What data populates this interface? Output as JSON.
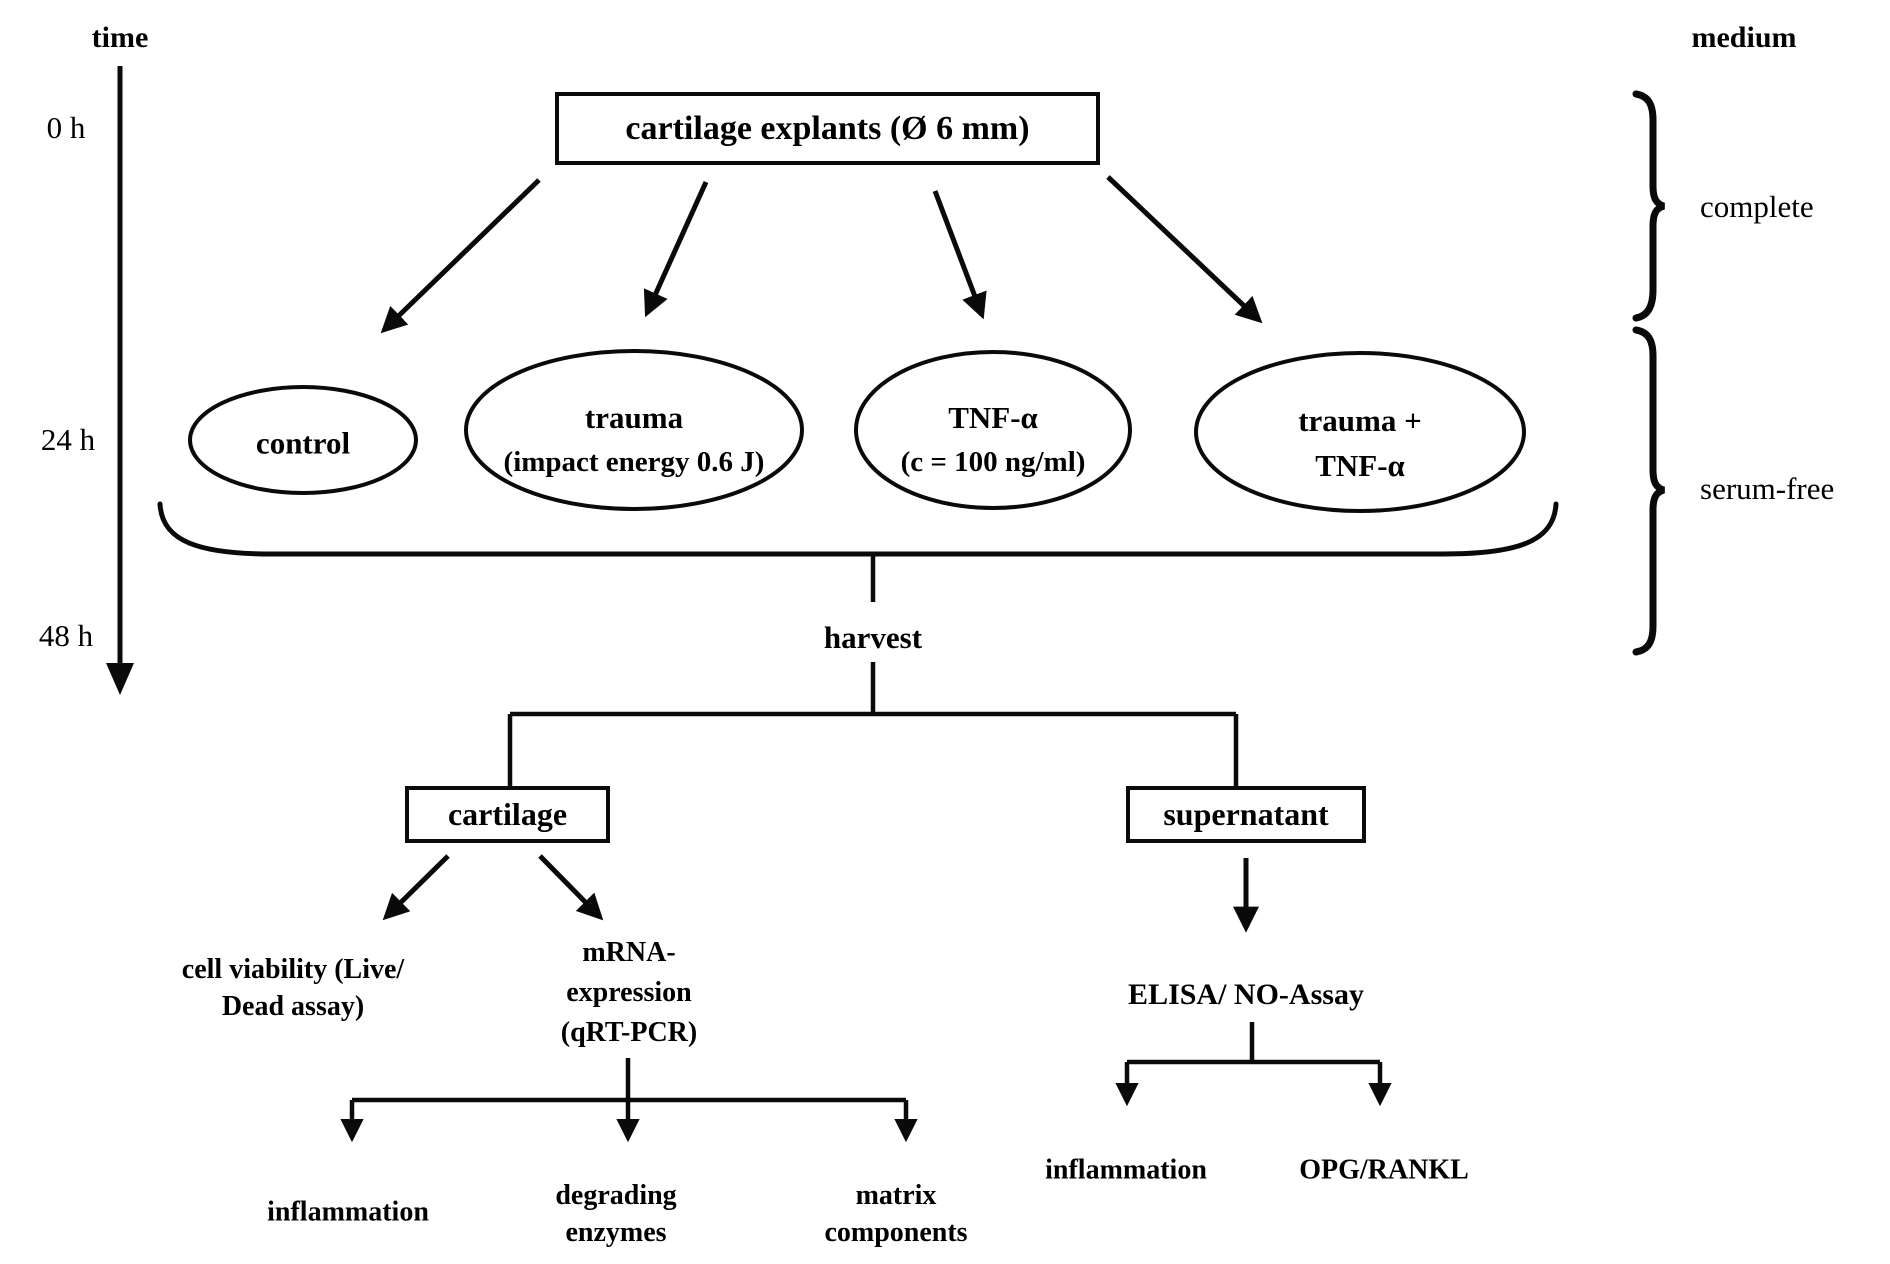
{
  "figure": {
    "time_axis": {
      "title": "time",
      "tick_0": "0 h",
      "tick_24": "24 h",
      "tick_48": "48 h"
    },
    "medium_axis": {
      "title": "medium",
      "complete": "complete",
      "serum_free": "serum-free"
    },
    "root_box": "cartilage explants (Ø 6 mm)",
    "groups": {
      "control": {
        "line1": "control"
      },
      "trauma": {
        "line1": "trauma",
        "line2": "(impact energy 0.6 J)"
      },
      "tnf": {
        "line1": "TNF-α",
        "line2": "(c = 100 ng/ml)"
      },
      "trauma_tnf": {
        "line1": "trauma +",
        "line2": "TNF-α"
      }
    },
    "harvest": "harvest",
    "cartilage_branch": {
      "box": "cartilage",
      "viability_line1": "cell viability (Live/",
      "viability_line2": "Dead assay)",
      "mrna_line1": "mRNA-",
      "mrna_line2": "expression",
      "mrna_line3": "(qRT-PCR)",
      "out1": "inflammation",
      "out2_line1": "degrading",
      "out2_line2": "enzymes",
      "out3_line1": "matrix",
      "out3_line2": "components"
    },
    "supernatant_branch": {
      "box": "supernatant",
      "assay": "ELISA/ NO-Assay",
      "out1": "inflammation",
      "out2": "OPG/RANKL"
    },
    "colors": {
      "ink": "#0a0a0a",
      "background": "#ffffff"
    }
  }
}
